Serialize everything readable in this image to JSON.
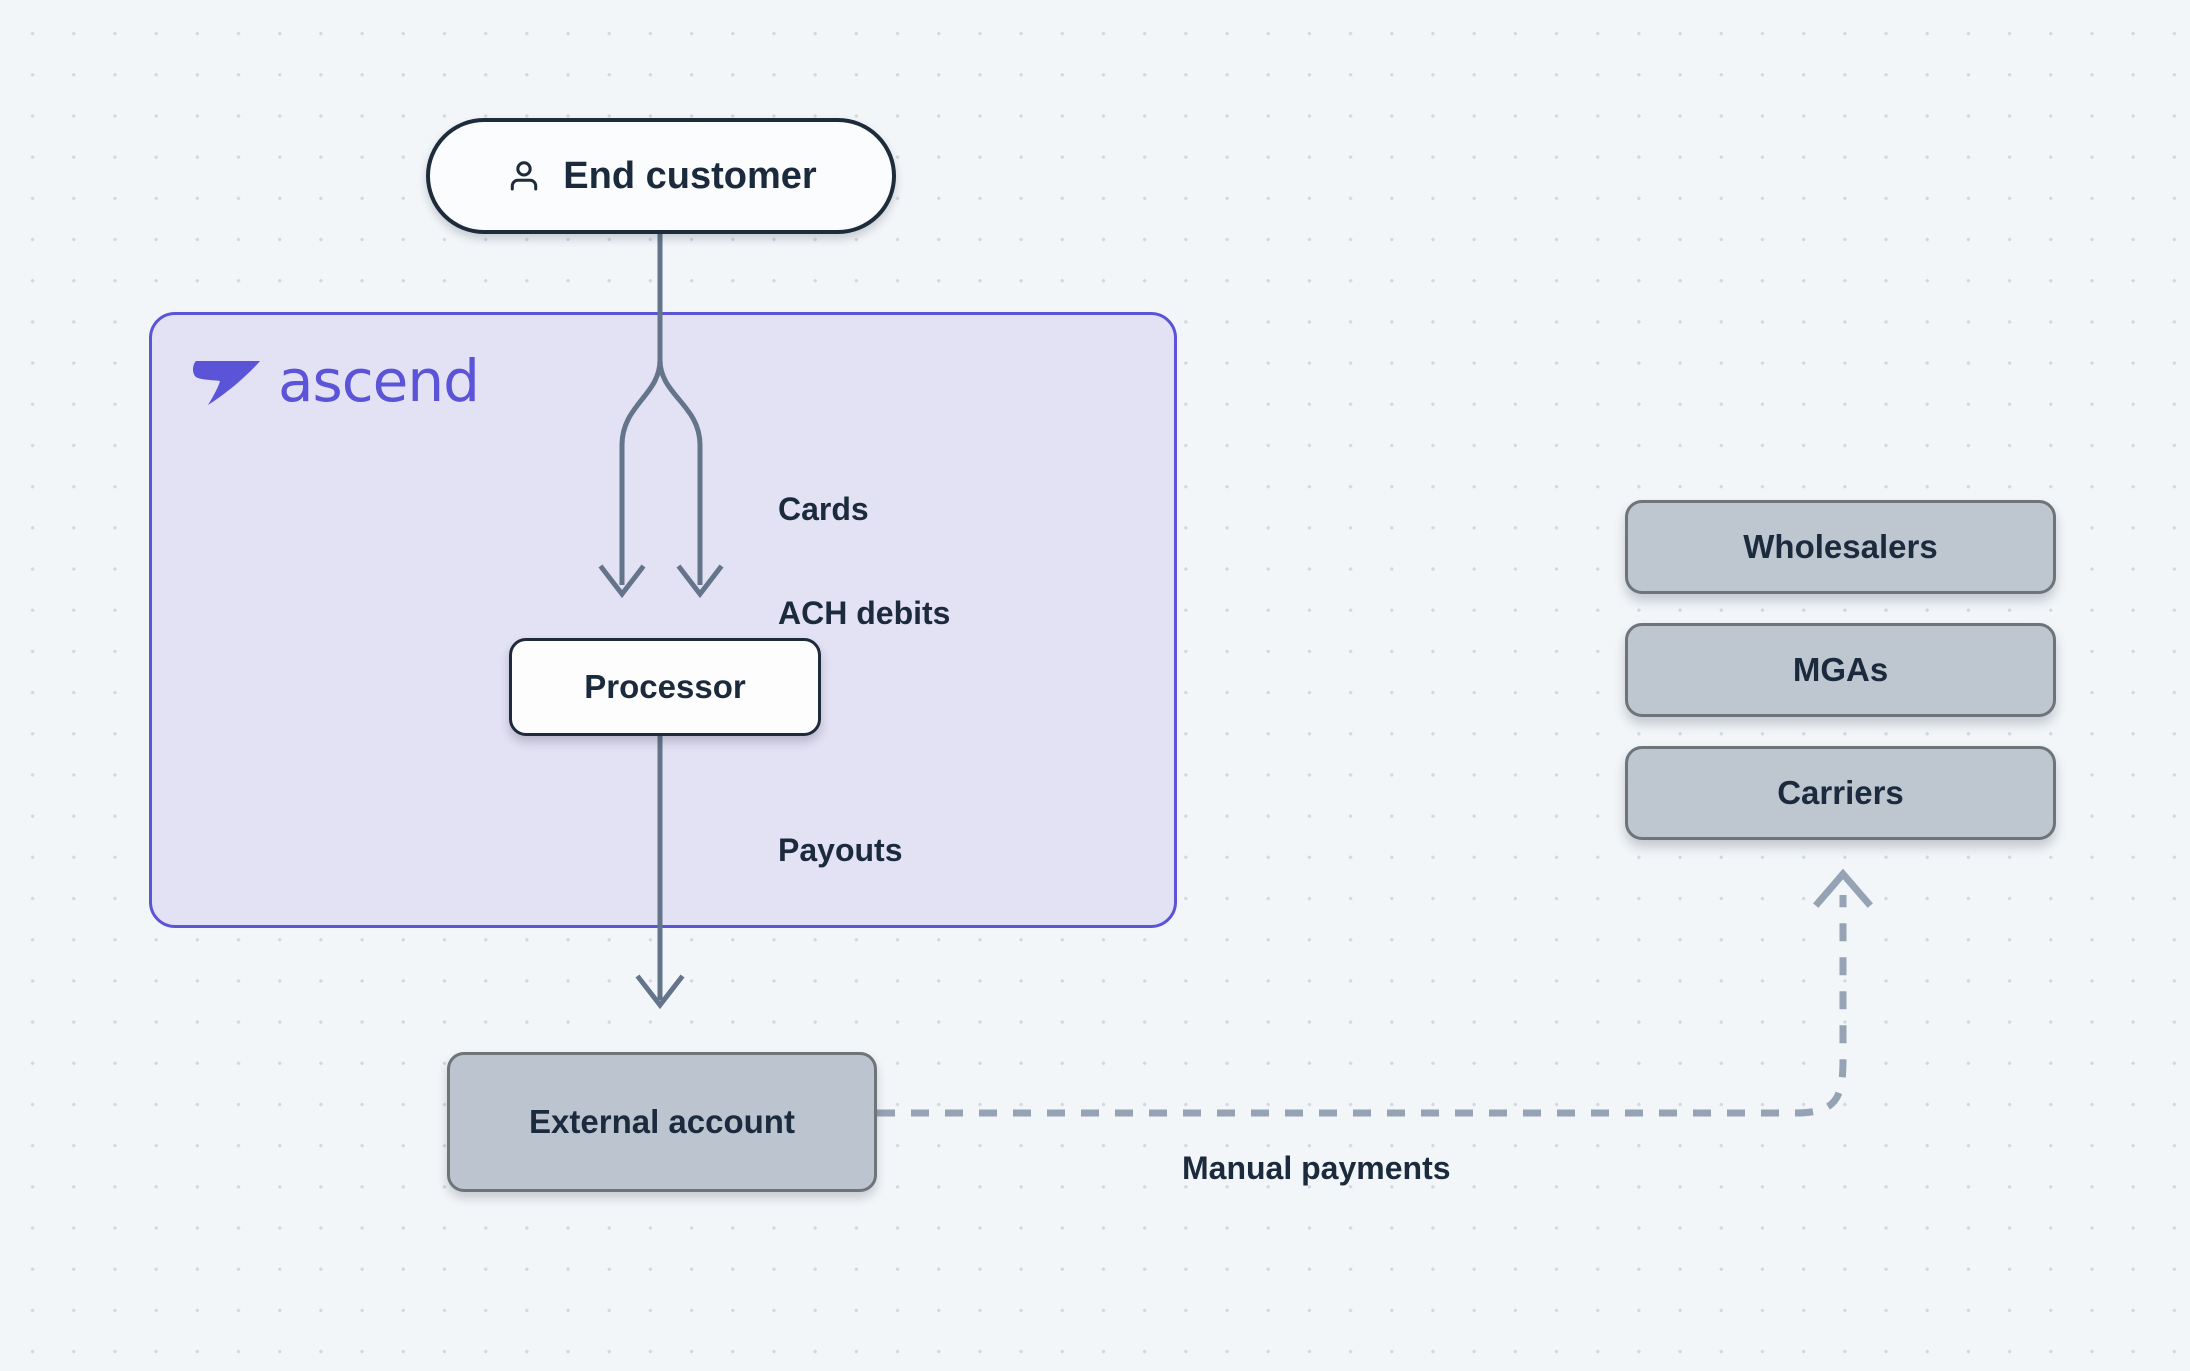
{
  "canvas": {
    "background_color": "#F2F6F9",
    "dot_color": "#D3D8DE"
  },
  "brand": {
    "name": "ascend",
    "color": "#5B53D8",
    "panel_fill": "#E3E1F4",
    "panel_border": "#5B53D8"
  },
  "nodes": {
    "end_customer": {
      "label": "End customer",
      "icon": "person-icon"
    },
    "processor": {
      "label": "Processor"
    },
    "external_account": {
      "label": "External account"
    },
    "parties": [
      {
        "label": "Wholesalers"
      },
      {
        "label": "MGAs"
      },
      {
        "label": "Carriers"
      }
    ]
  },
  "edges": {
    "inbound_label_line1": "Cards",
    "inbound_label_line2": "ACH debits",
    "payouts_label": "Payouts",
    "manual_payments_label": "Manual payments",
    "solid_color": "#64748B",
    "dashed_color": "#95A3B4"
  }
}
